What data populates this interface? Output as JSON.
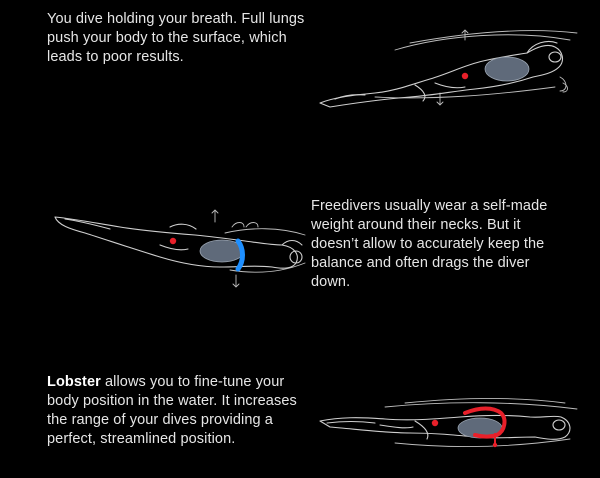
{
  "sections": [
    {
      "text": "You dive holding your breath. Full lungs push your body to the surface, which leads to poor results."
    },
    {
      "text": "Freedivers usually wear a self-made weight around their necks. But it doesn’t allow to accurately keep the balance and often drags the diver down."
    },
    {
      "bold": "Lobster",
      "text": " allows you to fine-tune your body position in the water. It increases the range of your dives providing a perfect, streamlined position."
    }
  ],
  "colors": {
    "background": "#000000",
    "text": "#e6e6e6",
    "red_marker": "#e8202a",
    "blue_weight": "#1e8fff",
    "lungs": "#5f6a7a"
  },
  "icons": [
    "diver-full-lungs-illustration",
    "diver-neck-weight-illustration",
    "diver-lobster-illustration"
  ]
}
